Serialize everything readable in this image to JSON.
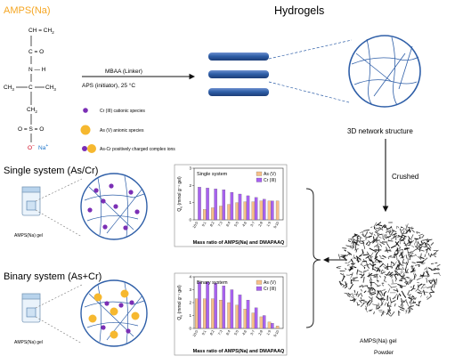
{
  "monomer": {
    "name": "AMPS(Na)",
    "name_color": "#f5a623",
    "atoms": {
      "vinyl": "CH = CH",
      "vinyl_sub": "2",
      "carbonyl_c": "C = O",
      "nh": "N — H",
      "ch3_left": "CH",
      "ch3_right": "CH",
      "ch3_sub": "3",
      "quat_c": "C",
      "ch2": "CH",
      "ch2_sub": "2",
      "so3_o_left": "O = S = O",
      "o_minus": "O",
      "o_minus_sign": "−",
      "na": "Na",
      "na_sign": "+"
    }
  },
  "reaction": {
    "linker": "MBAA (Linker)",
    "conditions": "APS (initiator), 25 °C"
  },
  "legend": {
    "cr": "Cr (III) cationic species",
    "as": "As (V) anionic species",
    "complex": "As-Cr positively charged complex ions",
    "cr_color": "#7b2fb5",
    "as_color": "#f6b82f"
  },
  "hydrogels": {
    "title": "Hydrogels",
    "network_label": "3D network structure",
    "crushed_label": "Crushed",
    "powder_label_1": "AMPS(Na) gel",
    "powder_label_2": "Powder",
    "rod_color": "#2f5fa8"
  },
  "single": {
    "title": "Single system (As/Cr)",
    "vial_label": "AMPS(Na) gel"
  },
  "binary": {
    "title": "Binary system (As+Cr)",
    "vial_label": "AMPS(Na) gel"
  },
  "chart_data": [
    {
      "type": "bar",
      "title": "Single system",
      "categories": [
        "10:0",
        "9:1",
        "8:2",
        "7:3",
        "6:4",
        "5:5",
        "4:6",
        "3:7",
        "2:8",
        "1:9",
        "0:10"
      ],
      "series": [
        {
          "name": "As (V)",
          "color": "#f6c08a",
          "values": [
            0,
            0.6,
            0.7,
            0.8,
            0.9,
            1.0,
            1.05,
            1.05,
            1.1,
            1.1,
            1.1
          ]
        },
        {
          "name": "Cr (III)",
          "color": "#a862f0",
          "values": [
            1.9,
            1.85,
            1.8,
            1.75,
            1.6,
            1.5,
            1.4,
            1.3,
            1.2,
            1.1,
            0
          ]
        }
      ],
      "xlabel": "Mass ratio of AMPS(Na) and DMAPAAQ",
      "ylabel": "Q",
      "ylabel_sub": "e",
      "ylabel_unit": "(mmol g⁻¹ gel)",
      "ylim": [
        0,
        3
      ],
      "yticks": [
        "0",
        "1",
        "2",
        "3"
      ]
    },
    {
      "type": "bar",
      "title": "Binary system",
      "categories": [
        "10:0",
        "9:1",
        "8:2",
        "7:3",
        "6:4",
        "5:5",
        "4:6",
        "3:7",
        "2:8",
        "1:9",
        "0:10"
      ],
      "series": [
        {
          "name": "As (V)",
          "color": "#f6c08a",
          "values": [
            2.3,
            2.3,
            2.3,
            2.2,
            2.0,
            1.8,
            1.5,
            1.2,
            0.9,
            0.5,
            0.2
          ]
        },
        {
          "name": "Cr (III)",
          "color": "#a862f0",
          "values": [
            3.6,
            3.6,
            3.5,
            3.3,
            3.0,
            2.6,
            2.2,
            1.6,
            1.0,
            0.4,
            0
          ]
        }
      ],
      "xlabel": "Mass ratio of AMPS(Na) and DMAPAAQ",
      "ylabel": "Q",
      "ylabel_sub": "e",
      "ylabel_unit": "(mmol g⁻¹ gel)",
      "ylim": [
        0,
        4
      ],
      "yticks": [
        "0",
        "1",
        "2",
        "3",
        "4"
      ]
    }
  ]
}
